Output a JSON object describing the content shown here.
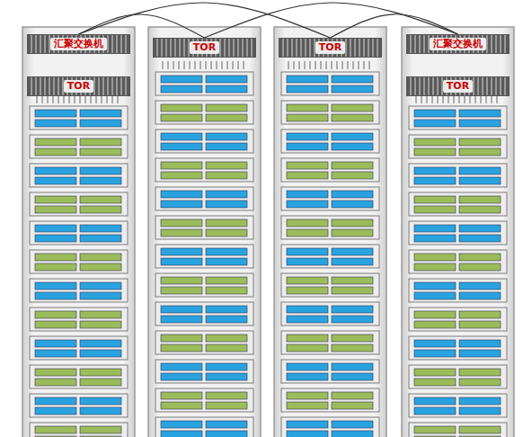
{
  "diagram": {
    "nodes": [
      {
        "text": [
          "汇聚交换机"
        ]
      },
      {
        "text": [
          "TOR"
        ]
      },
      {
        "text": [
          "TOR"
        ]
      },
      {
        "text": [
          "汇聚交换机"
        ]
      },
      {
        "text": [
          "TOR"
        ]
      },
      {
        "text": [
          "TOR"
        ]
      }
    ],
    "edges": [
      {
        "from": 0,
        "to": 1,
        "arrow": "none"
      },
      {
        "from": 0,
        "to": 2,
        "arrow": "none"
      },
      {
        "from": 3,
        "to": 1,
        "arrow": "none"
      },
      {
        "from": 3,
        "to": 2,
        "arrow": "none"
      }
    ]
  }
}
